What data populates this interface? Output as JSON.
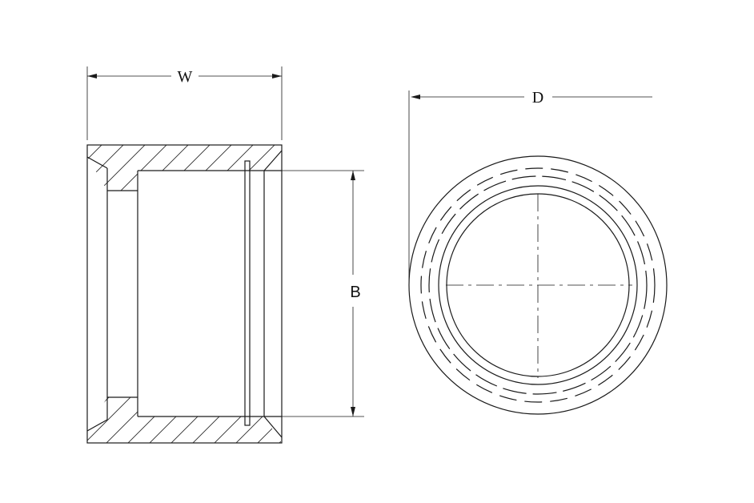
{
  "dimensions": {
    "width_label": "W",
    "bore_label": "B",
    "diameter_label": "D"
  },
  "colors": {
    "ink": "#1a1a1a",
    "background": "#ffffff"
  }
}
